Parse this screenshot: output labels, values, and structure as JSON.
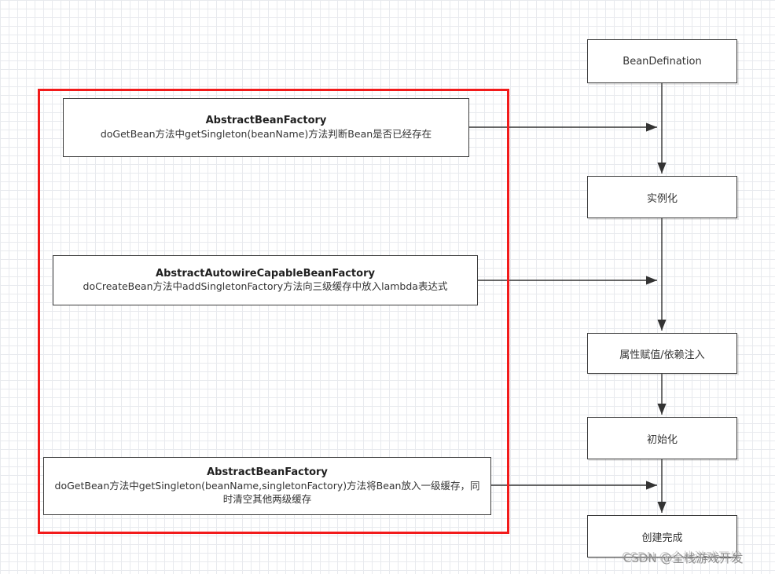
{
  "diagram": {
    "left_boxes": [
      {
        "title": "AbstractBeanFactory",
        "subtitle": "doGetBean方法中getSingleton(beanName)方法判断Bean是否已经存在"
      },
      {
        "title": "AbstractAutowireCapableBeanFactory",
        "subtitle": "doCreateBean方法中addSingletonFactory方法向三级缓存中放入lambda表达式"
      },
      {
        "title": "AbstractBeanFactory",
        "subtitle": "doGetBean方法中getSingleton(beanName,singletonFactory)方法将Bean放入一级缓存，同时清空其他两级缓存"
      }
    ],
    "flow_nodes": [
      {
        "label": "BeanDefination"
      },
      {
        "label": "实例化"
      },
      {
        "label": "属性赋值/依赖注入"
      },
      {
        "label": "初始化"
      },
      {
        "label": "创建完成"
      }
    ],
    "colors": {
      "highlight_border": "#f21b1b",
      "box_border": "#3c3c3c",
      "arrow": "#333333"
    },
    "watermark": "CSDN @全栈游戏开发"
  }
}
